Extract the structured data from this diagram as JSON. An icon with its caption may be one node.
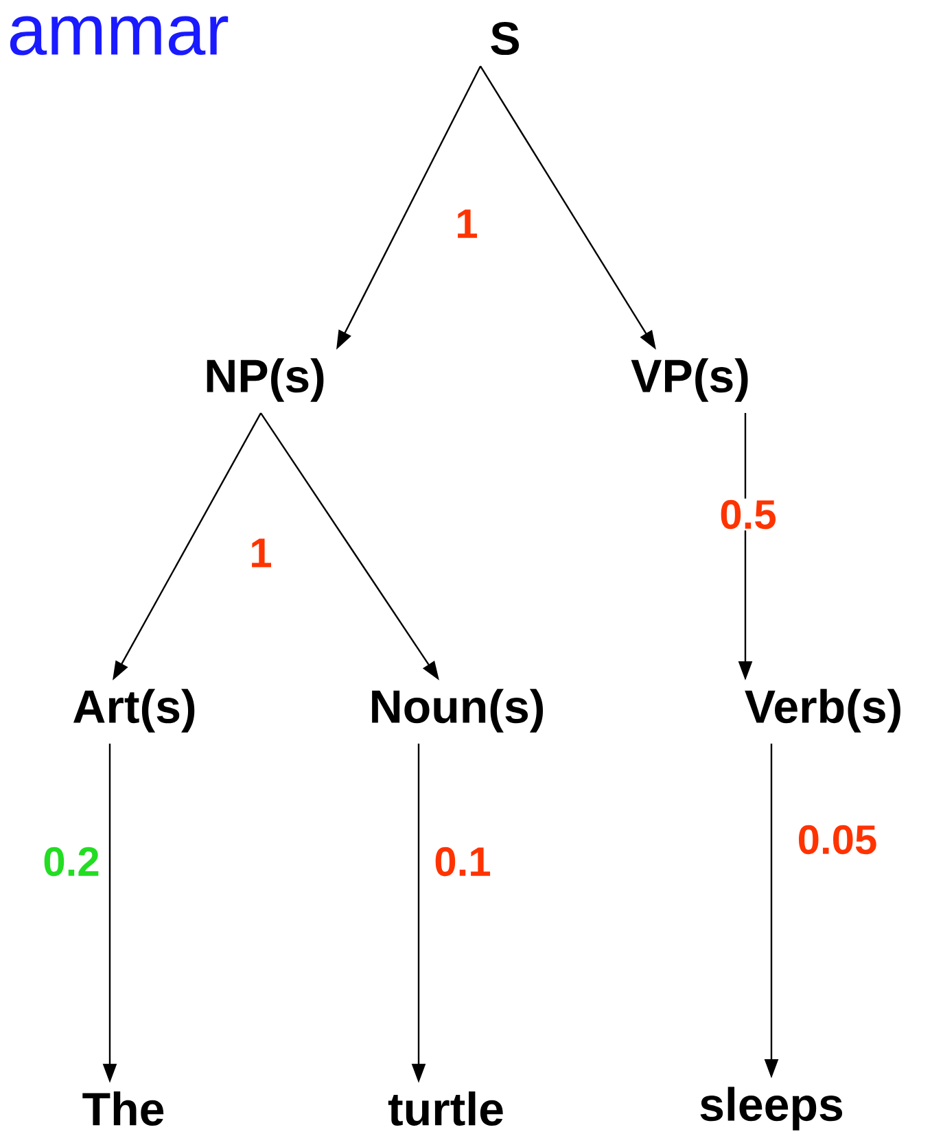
{
  "diagram": {
    "title": "ammar",
    "nodes": [
      {
        "text": [
          "S"
        ]
      },
      {
        "text": [
          "NP(s)"
        ]
      },
      {
        "text": [
          "VP(s)"
        ]
      },
      {
        "text": [
          "Art(s)"
        ]
      },
      {
        "text": [
          "Noun(s)"
        ]
      },
      {
        "text": [
          "Verb(s)"
        ]
      },
      {
        "text": [
          "The"
        ]
      },
      {
        "text": [
          "turtle"
        ]
      },
      {
        "text": [
          "sleeps"
        ]
      }
    ],
    "edges": [
      {
        "from": 0,
        "to": 1,
        "arrow": "to",
        "label": "1"
      },
      {
        "from": 0,
        "to": 2,
        "arrow": "to"
      },
      {
        "from": 1,
        "to": 3,
        "arrow": "to",
        "label": "1"
      },
      {
        "from": 1,
        "to": 4,
        "arrow": "to"
      },
      {
        "from": 2,
        "to": 5,
        "arrow": "to",
        "label": "0.5"
      },
      {
        "from": 3,
        "to": 6,
        "arrow": "to",
        "label": "0.2"
      },
      {
        "from": 4,
        "to": 7,
        "arrow": "to",
        "label": "0.1"
      },
      {
        "from": 5,
        "to": 8,
        "arrow": "to",
        "label": "0.05"
      }
    ]
  }
}
